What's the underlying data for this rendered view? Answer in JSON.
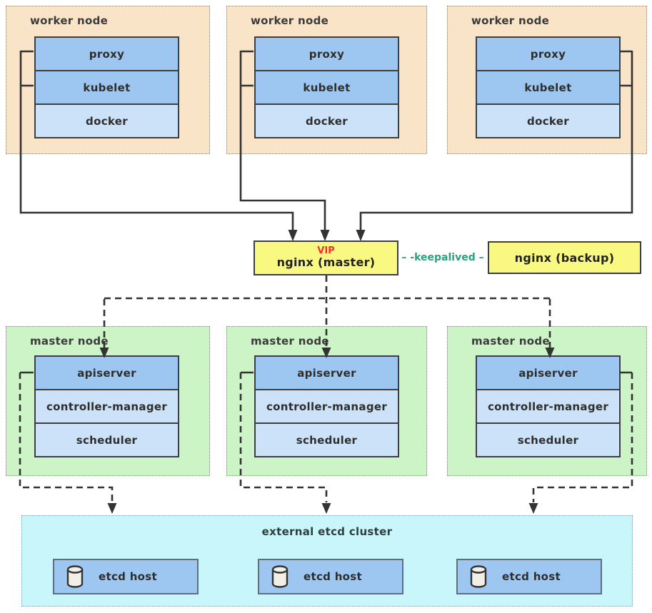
{
  "colors": {
    "worker_bg": "#FAE4C7",
    "master_bg": "#CDF4C6",
    "etcd_bg": "#C9F6FA",
    "component_blue": "#9DC7F1",
    "component_light_blue": "#CBE2F8",
    "lb_yellow": "#F9F982",
    "vip_red": "#FF2B2B",
    "keepalived_teal": "#2E9F7C",
    "line_color": "#333333"
  },
  "workers": [
    {
      "title": "worker node",
      "components": [
        "proxy",
        "kubelet",
        "docker"
      ]
    },
    {
      "title": "worker node",
      "components": [
        "proxy",
        "kubelet",
        "docker"
      ]
    },
    {
      "title": "worker node",
      "components": [
        "proxy",
        "kubelet",
        "docker"
      ]
    }
  ],
  "load_balancer": {
    "vip_label": "VIP",
    "master_label": "nginx (master)",
    "backup_label": "nginx (backup)",
    "keepalived_label": "– -keepalived –"
  },
  "masters": [
    {
      "title": "master node",
      "components": [
        "apiserver",
        "controller-manager",
        "scheduler"
      ]
    },
    {
      "title": "master node",
      "components": [
        "apiserver",
        "controller-manager",
        "scheduler"
      ]
    },
    {
      "title": "master node",
      "components": [
        "apiserver",
        "controller-manager",
        "scheduler"
      ]
    }
  ],
  "etcd": {
    "title": "external etcd cluster",
    "hosts": [
      {
        "icon": "database-cylinder-icon",
        "label": "etcd host"
      },
      {
        "icon": "database-cylinder-icon",
        "label": "etcd host"
      },
      {
        "icon": "database-cylinder-icon",
        "label": "etcd host"
      }
    ]
  }
}
